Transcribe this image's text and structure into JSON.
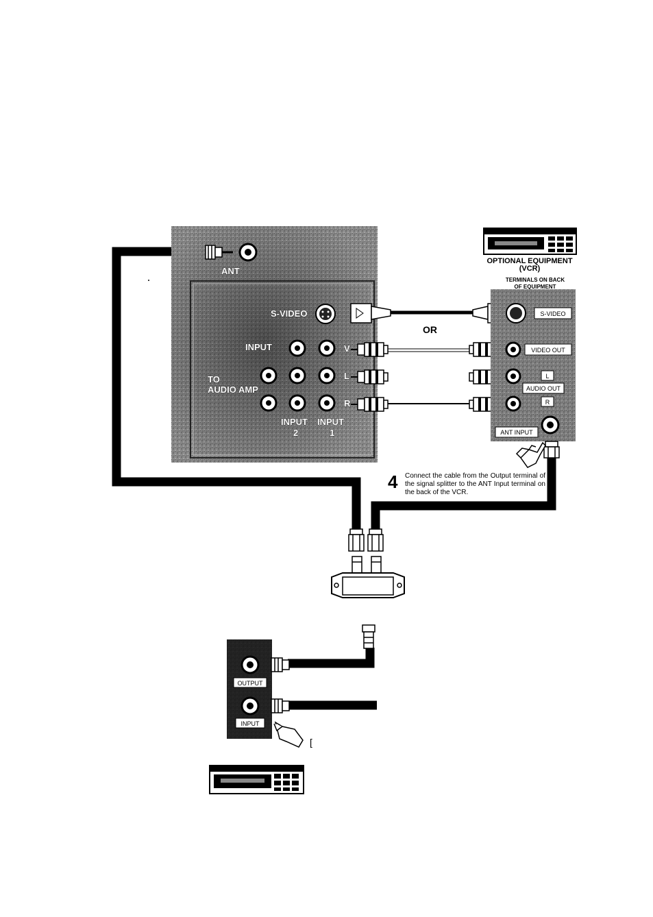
{
  "tv_panel": {
    "ant_label": "ANT",
    "svideo_label": "S-VIDEO",
    "input_label": "INPUT",
    "to_audio_amp_line1": "TO",
    "to_audio_amp_line2": "AUDIO AMP",
    "row_v": "V",
    "row_l": "L",
    "row_r": "R",
    "input2_label": "INPUT",
    "input2_num": "2",
    "input1_label": "INPUT",
    "input1_num": "1"
  },
  "or_label": "OR",
  "vcr": {
    "title_line1": "OPTIONAL EQUIPMENT",
    "title_line2": "(VCR)",
    "terminals_line1": "TERMINALS ON BACK",
    "terminals_line2": "OF EQUIPMENT",
    "svideo": "S-VIDEO",
    "video_out": "VIDEO OUT",
    "l": "L",
    "audio_out": "AUDIO OUT",
    "r": "R",
    "ant_input": "ANT INPUT"
  },
  "step": {
    "number": "4",
    "text": "Connect the cable from the Output terminal of the signal splitter to the ANT Input terminal on the back of the VCR."
  },
  "wall_plate": {
    "output": "OUTPUT",
    "input": "INPUT"
  },
  "stray_mark": "["
}
